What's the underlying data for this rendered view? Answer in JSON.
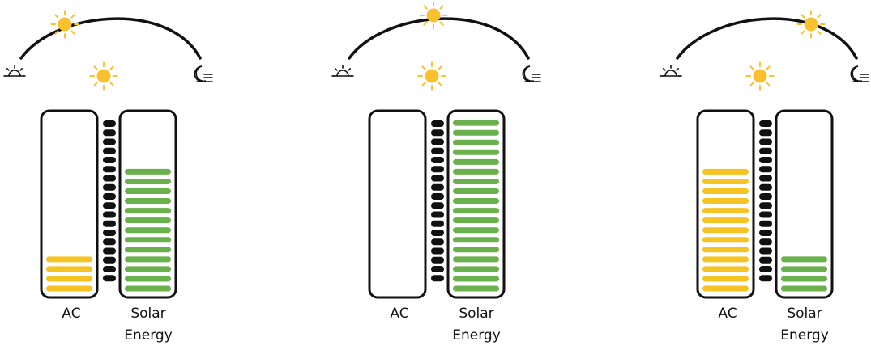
{
  "colors": {
    "sun": "#FBC02D",
    "ac_fill": "#F5C324",
    "solar_fill": "#6AB04C",
    "stroke": "#111111"
  },
  "icons": {
    "sunrise": "sunrise-icon",
    "sun": "sun-icon",
    "sunset": "moon-sunset-icon"
  },
  "scenes": [
    {
      "sun_position": "morning",
      "ac_bars": 4,
      "solar_bars": 13,
      "labels": {
        "ac": "AC",
        "solar_line1": "Solar",
        "solar_line2": "Energy"
      }
    },
    {
      "sun_position": "noon",
      "ac_bars": 0,
      "solar_bars": 18,
      "labels": {
        "ac": "AC",
        "solar_line1": "Solar",
        "solar_line2": "Energy"
      }
    },
    {
      "sun_position": "evening",
      "ac_bars": 13,
      "solar_bars": 4,
      "labels": {
        "ac": "AC",
        "solar_line1": "Solar",
        "solar_line2": "Energy"
      }
    }
  ]
}
